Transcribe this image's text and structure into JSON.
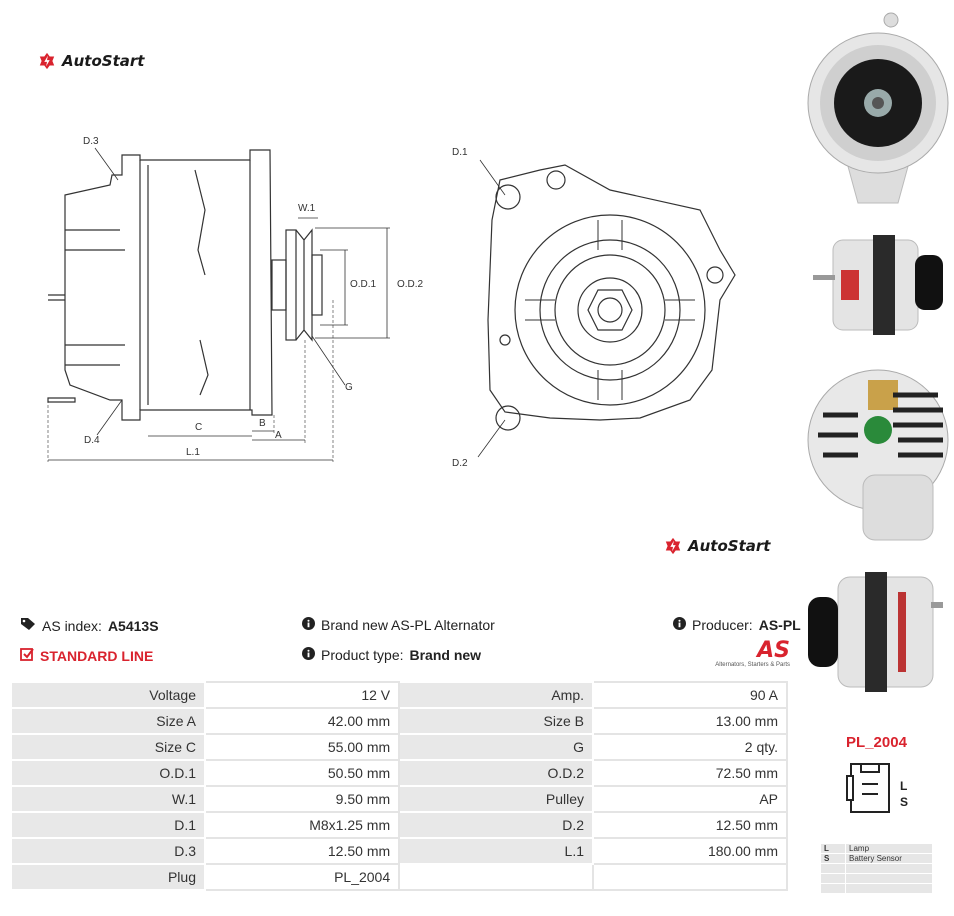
{
  "brand": {
    "name": "AutoStart",
    "color": "#d9232e"
  },
  "drawing": {
    "labels": {
      "d3": "D.3",
      "d4": "D.4",
      "w1": "W.1",
      "od1": "O.D.1",
      "od2": "O.D.2",
      "g": "G",
      "c": "C",
      "b": "B",
      "a": "A",
      "l1": "L.1",
      "d1": "D.1",
      "d2": "D.2"
    }
  },
  "info": {
    "as_index_label": "AS index:",
    "as_index_value": "A5413S",
    "standard_line": "STANDARD LINE",
    "description": "Brand new AS-PL Alternator",
    "product_type_label": "Product type:",
    "product_type_value": "Brand new",
    "producer_label": "Producer:",
    "producer_value": "AS-PL",
    "as_logo_text": "AS",
    "as_tagline": "Alternators, Starters & Parts"
  },
  "specs": [
    {
      "l1": "Voltage",
      "v1": "12 V",
      "l2": "Amp.",
      "v2": "90 A"
    },
    {
      "l1": "Size A",
      "v1": "42.00 mm",
      "l2": "Size B",
      "v2": "13.00 mm"
    },
    {
      "l1": "Size C",
      "v1": "55.00 mm",
      "l2": "G",
      "v2": "2 qty."
    },
    {
      "l1": "O.D.1",
      "v1": "50.50 mm",
      "l2": "O.D.2",
      "v2": "72.50 mm"
    },
    {
      "l1": "W.1",
      "v1": "9.50 mm",
      "l2": "Pulley",
      "v2": "AP"
    },
    {
      "l1": "D.1",
      "v1": "M8x1.25 mm",
      "l2": "D.2",
      "v2": "12.50 mm"
    },
    {
      "l1": "D.3",
      "v1": "12.50 mm",
      "l2": "L.1",
      "v2": "180.00 mm"
    },
    {
      "l1": "Plug",
      "v1": "PL_2004",
      "l2": "",
      "v2": ""
    }
  ],
  "plug": {
    "id": "PL_2004",
    "pins": [
      "L",
      "S"
    ],
    "legend": [
      {
        "key": "L",
        "desc": "Lamp"
      },
      {
        "key": "S",
        "desc": "Battery Sensor"
      }
    ]
  },
  "icons": [
    "autostart-logo-icon",
    "tag-icon",
    "checkbox-icon",
    "info-icon"
  ]
}
